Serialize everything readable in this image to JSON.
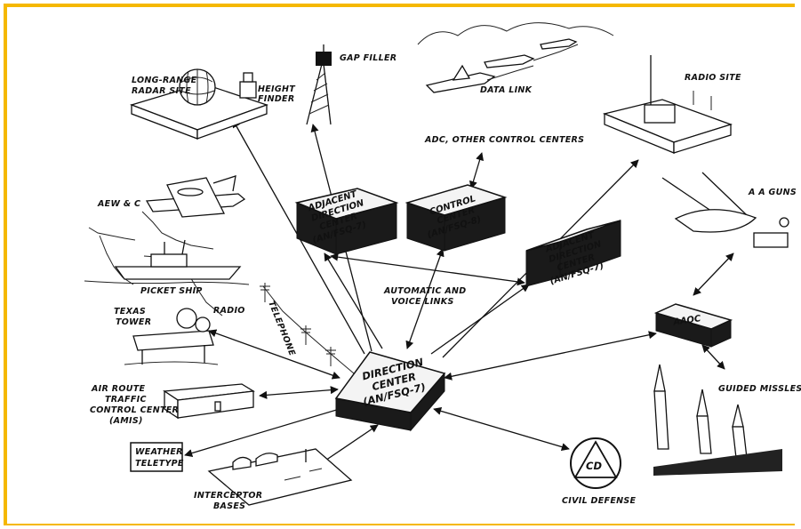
{
  "labels": {
    "long_range_radar": [
      "LONG-RANGE",
      "RADAR SITE"
    ],
    "height_finder": [
      "HEIGHT",
      "FINDER"
    ],
    "gap_filler": "GAP FILLER",
    "data_link": "DATA LINK",
    "radio_site": "RADIO SITE",
    "adc_other": "ADC, OTHER CONTROL CENTERS",
    "aew": "AEW & C",
    "picket_ship": "PICKET SHIP",
    "aa_guns": "A A GUNS",
    "automatic_voice": [
      "AUTOMATIC AND",
      "VOICE LINKS"
    ],
    "texas_tower": [
      "TEXAS",
      "TOWER"
    ],
    "radio": "RADIO",
    "telephone": "TELEPHONE",
    "air_route": [
      "AIR ROUTE",
      "TRAFFIC",
      "CONTROL CENTER",
      "(AMIS)"
    ],
    "guided_missles": "GUIDED MISSLES",
    "weather": [
      "WEATHER",
      "TELETYPE"
    ],
    "interceptor": [
      "INTERCEPTOR",
      "BASES"
    ],
    "civil_defense": "CIVIL DEFENSE",
    "cd_symbol": "CD"
  },
  "boxes": {
    "adjacent_left": [
      "ADJACENT",
      "DIRECTION",
      "CENTER",
      "(AN/FSQ-7)"
    ],
    "control_center": [
      "CONTROL",
      "CENTER",
      "(AN/FSQ-8)"
    ],
    "adjacent_right": [
      "ADJACENT",
      "DIRECTION",
      "CENTER",
      "(AN/FSQ-7)"
    ],
    "aaoc": "AAOC",
    "direction_center": [
      "DIRECTION",
      "CENTER",
      "(AN/FSQ-7)"
    ]
  },
  "colors": {
    "frame": "#f5b800",
    "ink": "#111111"
  }
}
